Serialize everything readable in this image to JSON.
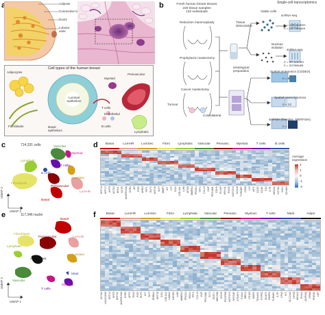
{
  "panels": {
    "a": "a",
    "b": "b",
    "c": "c",
    "d": "d",
    "e": "e",
    "f": "f"
  },
  "panel_a": {
    "anatomy_labels": [
      "Adipose",
      "Connective tissue",
      "Ducts",
      "Lobular units"
    ],
    "cell_types_title": "Cell types of the human breast",
    "cell_labels": {
      "adipocytes": "Adipocytes",
      "fibroblasts": "Fibroblasts",
      "basal": "Basal epithelium",
      "luminal": "Luminal epithelium",
      "myeloid": "Myeloid",
      "perivascular": "Perivascular",
      "tcells": "T cells",
      "bcells": "B cells",
      "endothelial": "Endothelial",
      "lymphatic": "Lymphatic"
    }
  },
  "panel_b": {
    "header": [
      "Fresh human breast tissues",
      "220 tissue samples",
      "132 individuals"
    ],
    "procedures": [
      "Reduction mammoplasty",
      "Prophylactic mastectomy",
      "Cancer mastectomy"
    ],
    "tumour": "Tumour",
    "contralateral": "Contralateral",
    "dissociation": "Tissue dissociation",
    "histo": "Histological preparation",
    "sc_title": "Single-cell transcriptomics",
    "viable": "Viable cells",
    "scrna": "scRNA-seq",
    "scrna_n": [
      "n = 126 women",
      "n = 167 tissues"
    ],
    "nucleus": "Nucleus isolation",
    "snrna": "snRNA-seq",
    "snrna_n": [
      "n = 20 women",
      "n = 24 tissues"
    ],
    "codex": "Spatial proteomics (CODEX)",
    "codex_n": "n = 8",
    "spatial": "Spatial transcriptomics",
    "spatial_n": "n = 12",
    "smfish": "smFISH (Resolve, MERFISH)",
    "smfish_n": "n = 15"
  },
  "panel_c": {
    "count": "714,331 cells",
    "xlabel": "UMAP 1",
    "ylabel": "UMAP 2",
    "clusters": [
      {
        "label": "Vascular",
        "color": "#4a8a3a"
      },
      {
        "label": "Lymphatic",
        "color": "#9acd32"
      },
      {
        "label": "Myeloid",
        "color": "#c71585"
      },
      {
        "label": "T cells",
        "color": "#6a0dad"
      },
      {
        "label": "B cells",
        "color": "#2f4fa0"
      },
      {
        "label": "LumSec",
        "color": "#d4a017"
      },
      {
        "label": "Fibroblasts",
        "color": "#e6e36a"
      },
      {
        "label": "Perivascular",
        "color": "#8b0000"
      },
      {
        "label": "LumHR",
        "color": "#e8a0a0"
      },
      {
        "label": "Basal",
        "color": "#c00000"
      }
    ]
  },
  "panel_d": {
    "groups": [
      "Basal",
      "LumHR",
      "LumSec",
      "Fibro",
      "Lymphatic",
      "Vascular",
      "Perivasc.",
      "Myeloid",
      "T cells",
      "B cells"
    ],
    "group_colors": [
      "#c00000",
      "#e8a0a0",
      "#d4a017",
      "#e6e36a",
      "#9acd32",
      "#4a8a3a",
      "#8b0000",
      "#c71585",
      "#6a0dad",
      "#2f4fa0"
    ],
    "genes": [
      "KRT14",
      "KRT17",
      "KRT5",
      "ACTA2",
      "MYLK",
      "OXTR",
      "ANKRD30A",
      "ESR1",
      "AR",
      "PGR",
      "AREG",
      "TFF1",
      "ELF5",
      "KRT15",
      "SLPI",
      "MMP7",
      "KIT",
      "LTF",
      "DCN",
      "COL1A1",
      "LUM",
      "APOD",
      "MMRN1",
      "PROX1",
      "TFF3",
      "CCL21",
      "VWF",
      "PECAM1",
      "CDH5",
      "PLVAP",
      "MYH11",
      "RGS5",
      "NOTCH3",
      "KCNJ8",
      "TYROBP",
      "CD68",
      "LYZ",
      "AIF1",
      "CD3D",
      "CD3E",
      "CD2",
      "IL7R",
      "MS4A1",
      "CD79A",
      "IGKC",
      "JCHAIN"
    ],
    "legend_title": "Average expression",
    "legend_ticks": [
      "2",
      "1",
      "0",
      "-1",
      "-2"
    ]
  },
  "panel_e": {
    "count": "117,346 nuclei",
    "xlabel": "UMAP 1",
    "ylabel": "UMAP 2",
    "clusters": [
      {
        "label": "Basal",
        "color": "#c00000"
      },
      {
        "label": "Fibroblasts",
        "color": "#e6e36a"
      },
      {
        "label": "Perivascular",
        "color": "#8b0000"
      },
      {
        "label": "LumHR",
        "color": "#e8a0a0"
      },
      {
        "label": "Lymphatic",
        "color": "#9acd32"
      },
      {
        "label": "Adipocytes",
        "color": "#111111"
      },
      {
        "label": "LumSec",
        "color": "#d4a017"
      },
      {
        "label": "Vascular",
        "color": "#4a8a3a"
      },
      {
        "label": "Mast",
        "color": "#2f3f9f"
      },
      {
        "label": "Myeloid",
        "color": "#c71585"
      },
      {
        "label": "T cells",
        "color": "#6a0dad"
      }
    ]
  },
  "panel_f": {
    "groups": [
      "Basal",
      "LumHR",
      "LumSec",
      "Fibro",
      "Lymphatic",
      "Vascular",
      "Perivasc.",
      "Myeloid",
      "T cells",
      "Mast",
      "Adipo"
    ],
    "group_colors": [
      "#c00000",
      "#e8a0a0",
      "#d4a017",
      "#e6e36a",
      "#9acd32",
      "#4a8a3a",
      "#8b0000",
      "#c71585",
      "#6a0dad",
      "#2f3f9f",
      "#111111"
    ],
    "genes": [
      "ACTA2",
      "LINC01060",
      "KRT14",
      "KRT5",
      "MYH11",
      "ANKRD30A",
      "ESR1",
      "AFF3",
      "TBX3",
      "PGR",
      "ELF5",
      "KIT",
      "SLPI",
      "ERBB4",
      "KRT15",
      "DCN",
      "COL1A2",
      "LAMA2",
      "NEGR1",
      "LUM",
      "MMRN1",
      "PROX1",
      "RELN",
      "TFF3",
      "CCL21",
      "VWF",
      "PECAM1",
      "FLT1",
      "EGFL7",
      "MECOM",
      "RGS5",
      "PDGFRB",
      "NOTCH3",
      "MYO1B",
      "STEAP4",
      "F13A1",
      "MRC1",
      "CD163",
      "MSR1",
      "TBXAS1",
      "PTPRC",
      "SKAP1",
      "PARP8",
      "THEMIS",
      "IL7R",
      "CPA3",
      "KIT",
      "SLC24A3",
      "HPGD",
      "MS4A2",
      "PLIN1",
      "ADIPOQ",
      "GPAM",
      "PDE3B",
      "LEP"
    ]
  }
}
